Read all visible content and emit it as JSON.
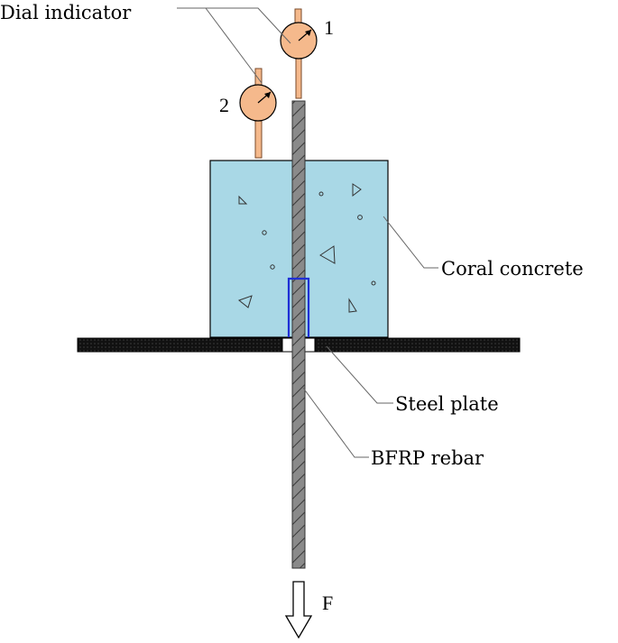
{
  "labels": {
    "dial_indicator": "Dial indicator",
    "gauge_1": "1",
    "gauge_2": "2",
    "coral_concrete": "Coral concrete",
    "steel_plate": "Steel plate",
    "bfrp_rebar": "BFRP rebar",
    "force": "F"
  },
  "colors": {
    "concrete": "#a9d8e6",
    "gauge": "#f5b98c",
    "rebar": "#888888",
    "plate": "#1a1a1a",
    "sleeve": "#1f2fd6"
  }
}
